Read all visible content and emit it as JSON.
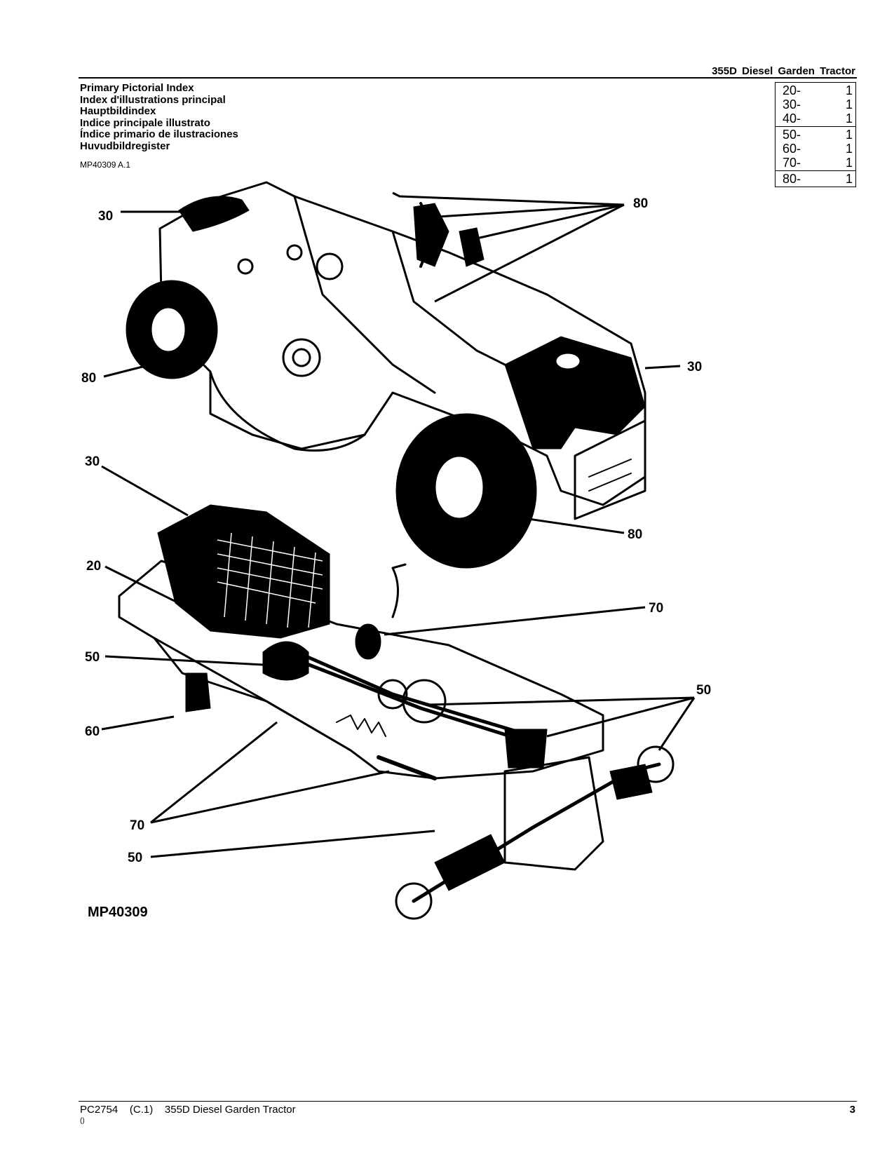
{
  "header": {
    "title": "355D  Diesel  Garden  Tractor"
  },
  "titles": [
    "Primary Pictorial Index",
    "Index d'illustrations principal",
    "Hauptbildindex",
    "Indice principale illustrato",
    "Índice primario de ilustraciones",
    "Huvudbildregister"
  ],
  "figure_ref": "MP40309 A.1",
  "index_groups": [
    [
      {
        "section": "20-",
        "page": "1"
      },
      {
        "section": "30-",
        "page": "1"
      },
      {
        "section": "40-",
        "page": "1"
      }
    ],
    [
      {
        "section": "50-",
        "page": "1"
      },
      {
        "section": "60-",
        "page": "1"
      },
      {
        "section": "70-",
        "page": "1"
      }
    ],
    [
      {
        "section": "80-",
        "page": "1"
      }
    ]
  ],
  "callouts": [
    "30",
    "80",
    "80",
    "30",
    "30",
    "80",
    "20",
    "70",
    "50",
    "50",
    "60",
    "70",
    "50"
  ],
  "figure_label": "MP40309",
  "footer": {
    "left": "PC2754    (C.1)    355D Diesel Garden Tractor",
    "page": "3",
    "small": "()"
  }
}
